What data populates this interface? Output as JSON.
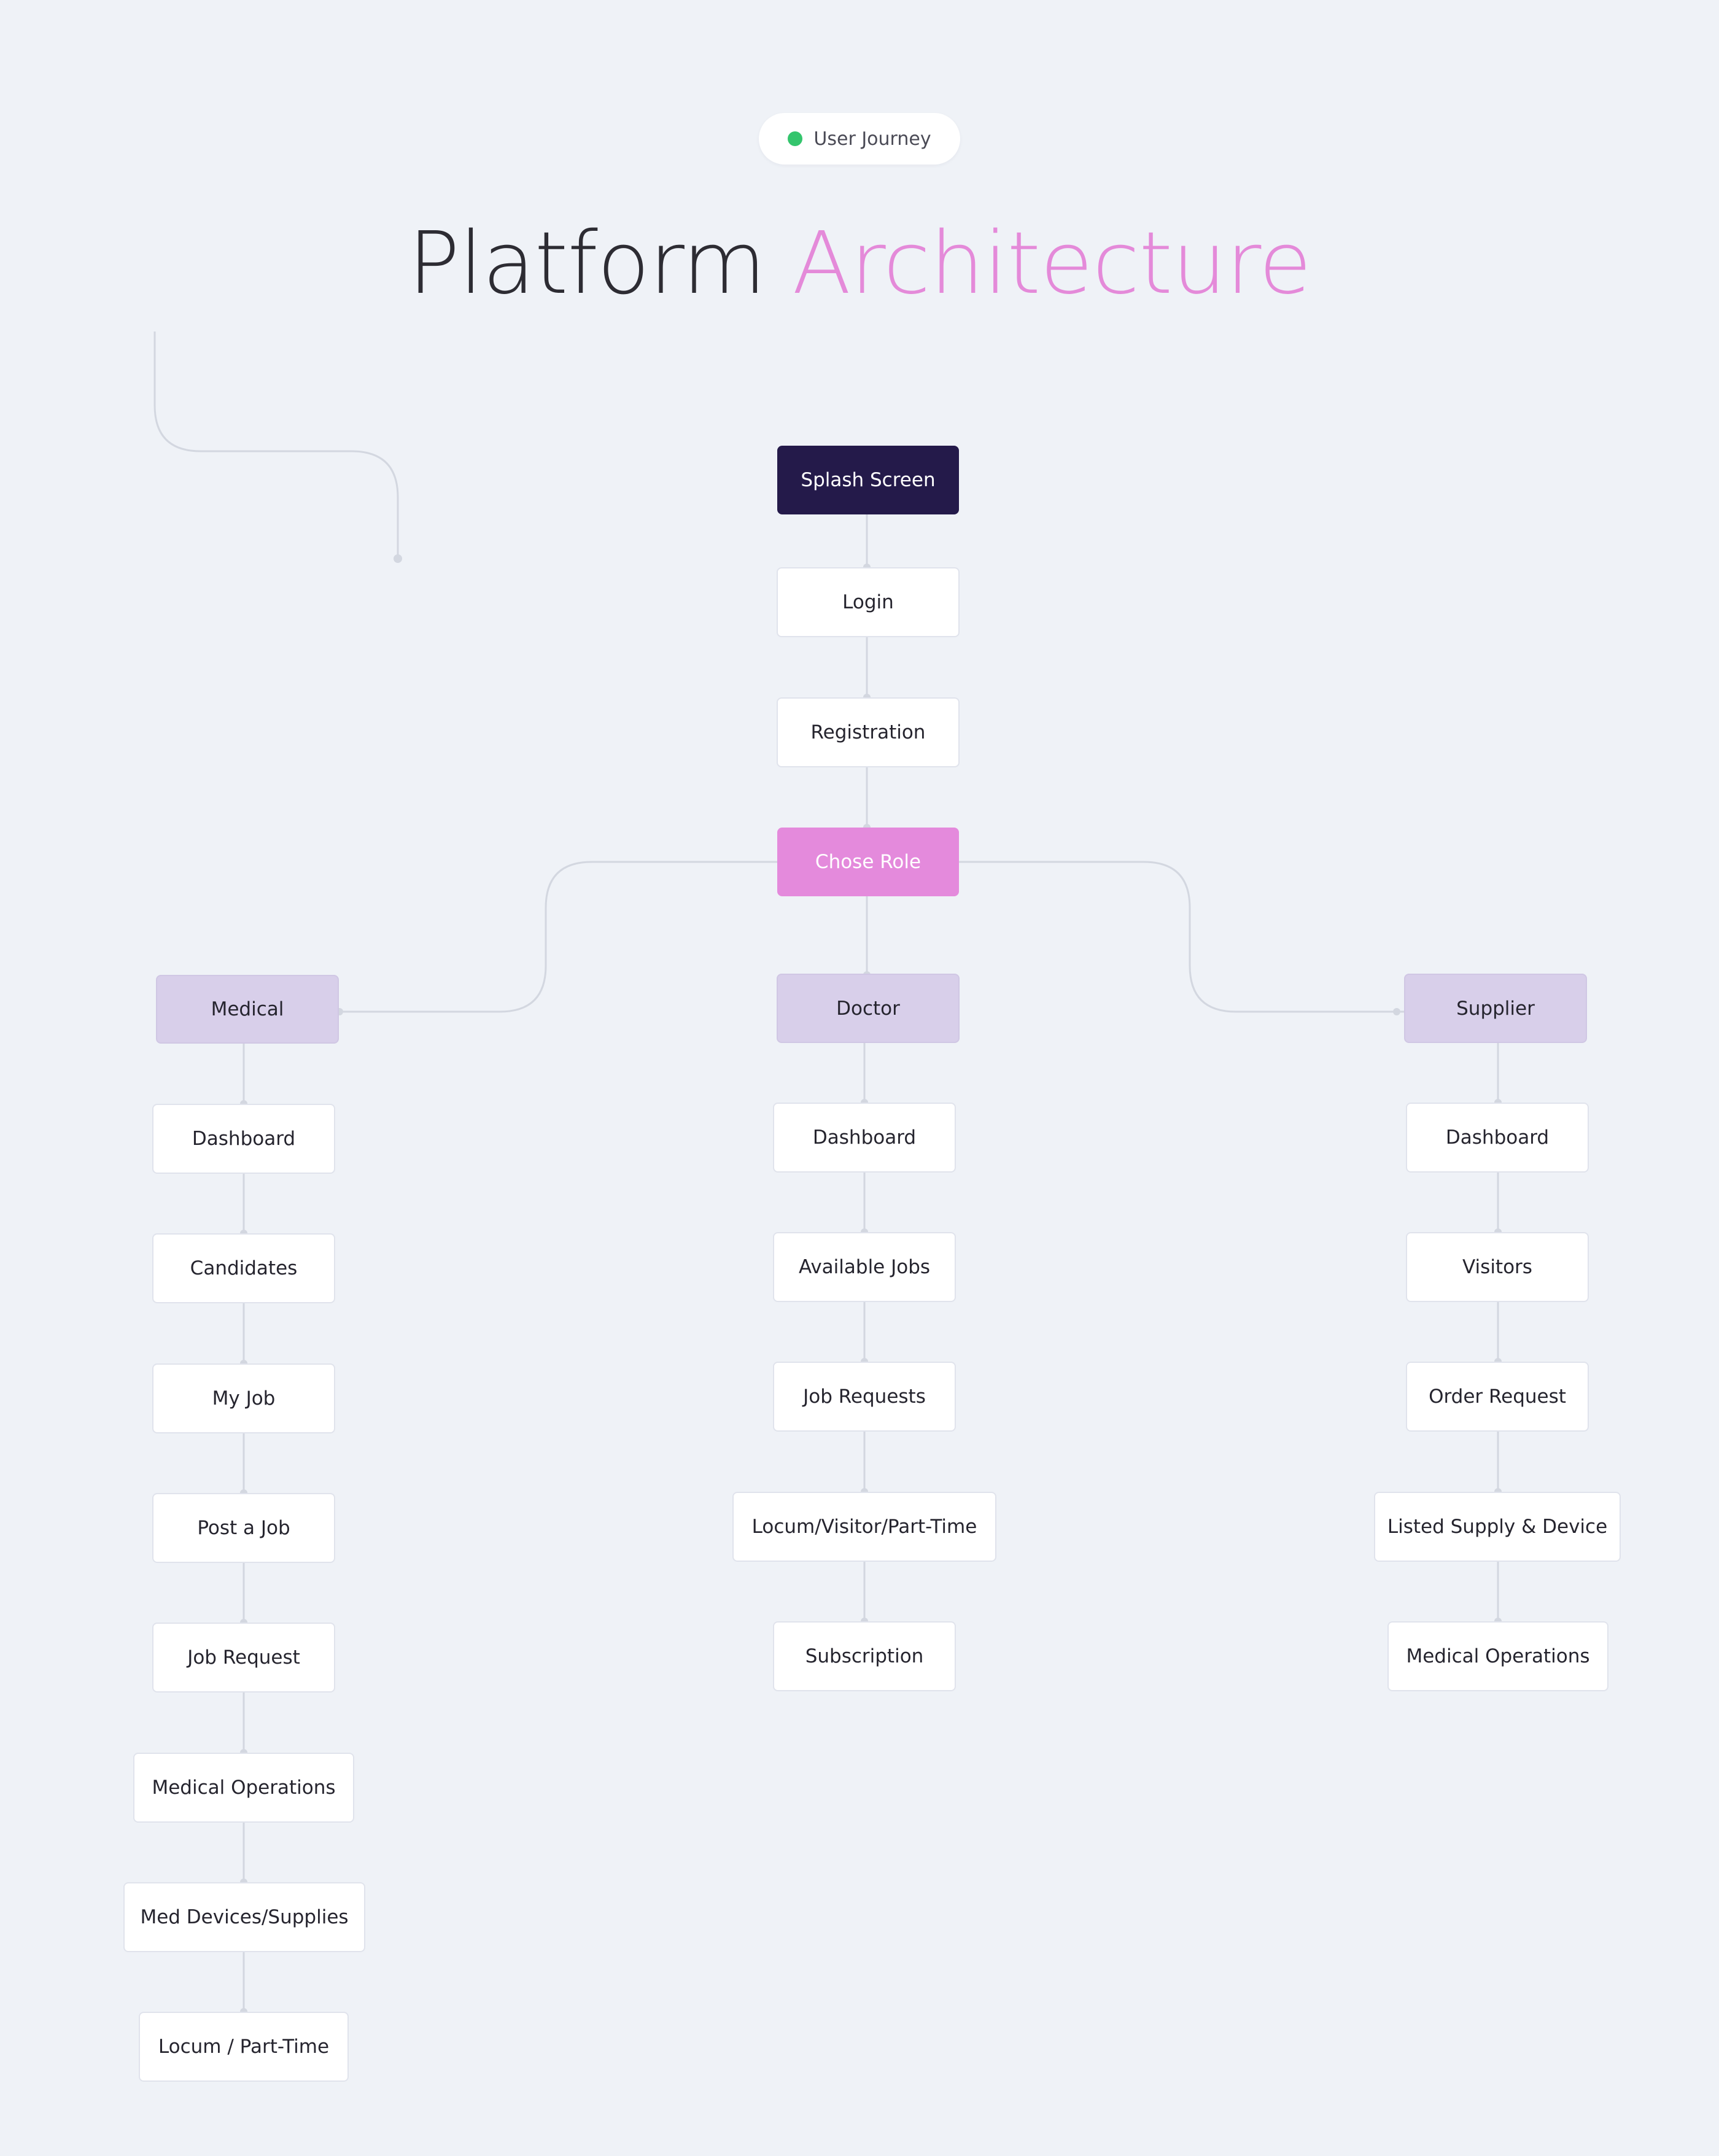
{
  "badge": {
    "label": "User Journey",
    "dot_color": "#34c56d"
  },
  "title": {
    "part1": "Platform",
    "part2": "Architecture",
    "accent_color": "#e48ad9"
  },
  "flow": {
    "start": "Splash Screen",
    "login": "Login",
    "registration": "Registration",
    "choose_role": "Chose Role"
  },
  "roles": {
    "medical": {
      "label": "Medical",
      "items": [
        "Dashboard",
        "Candidates",
        "My Job",
        "Post a Job",
        "Job Request",
        "Medical Operations",
        "Med Devices/Supplies",
        "Locum / Part-Time"
      ]
    },
    "doctor": {
      "label": "Doctor",
      "items": [
        "Dashboard",
        "Available Jobs",
        "Job Requests",
        "Locum/Visitor/Part-Time",
        "Subscription"
      ]
    },
    "supplier": {
      "label": "Supplier",
      "items": [
        "Dashboard",
        "Visitors",
        "Order Request",
        "Listed Supply & Device",
        "Medical Operations"
      ]
    }
  },
  "colors": {
    "background": "#eff2f7",
    "dark_node": "#241a4a",
    "pink_node": "#e48adc",
    "role_node": "#d8cfea",
    "connector": "#d3d7e0"
  }
}
